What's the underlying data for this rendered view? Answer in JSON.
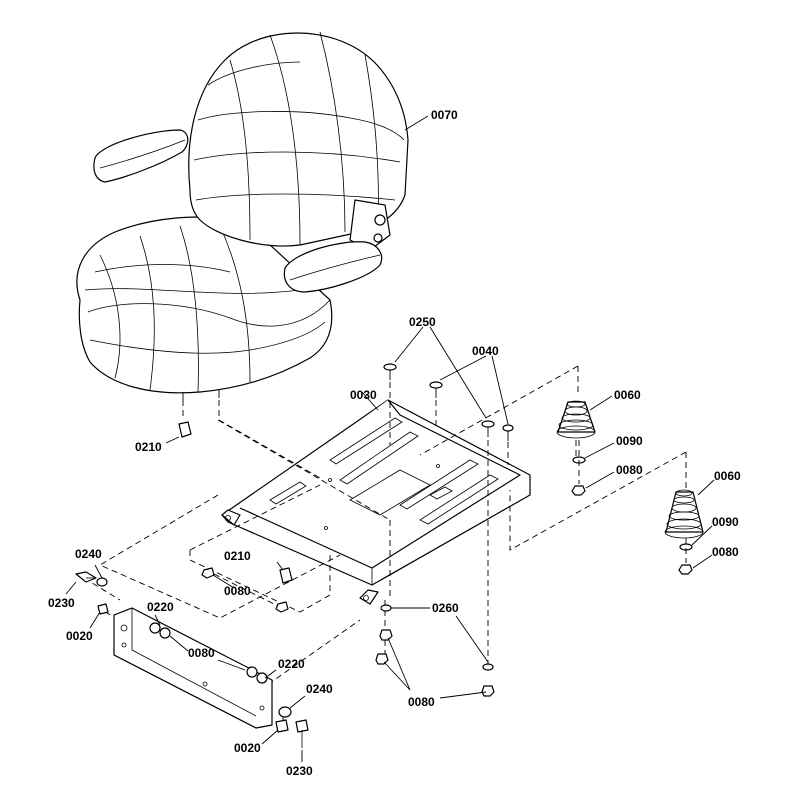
{
  "diagram": {
    "parts": [
      {
        "id": "p0070",
        "number": "0070"
      },
      {
        "id": "p0250",
        "number": "0250"
      },
      {
        "id": "p0040",
        "number": "0040"
      },
      {
        "id": "p0030",
        "number": "0030"
      },
      {
        "id": "p0060a",
        "number": "0060"
      },
      {
        "id": "p0090a",
        "number": "0090"
      },
      {
        "id": "p0080a",
        "number": "0080"
      },
      {
        "id": "p0060b",
        "number": "0060"
      },
      {
        "id": "p0090b",
        "number": "0090"
      },
      {
        "id": "p0080b",
        "number": "0080"
      },
      {
        "id": "p0210a",
        "number": "0210"
      },
      {
        "id": "p0210b",
        "number": "0210"
      },
      {
        "id": "p0080c",
        "number": "0080"
      },
      {
        "id": "p0240a",
        "number": "0240"
      },
      {
        "id": "p0230a",
        "number": "0230"
      },
      {
        "id": "p0020a",
        "number": "0020"
      },
      {
        "id": "p0220a",
        "number": "0220"
      },
      {
        "id": "p0080d",
        "number": "0080"
      },
      {
        "id": "p0220b",
        "number": "0220"
      },
      {
        "id": "p0240b",
        "number": "0240"
      },
      {
        "id": "p0020b",
        "number": "0020"
      },
      {
        "id": "p0230b",
        "number": "0230"
      },
      {
        "id": "p0260",
        "number": "0260"
      },
      {
        "id": "p0080e",
        "number": "0080"
      }
    ]
  }
}
